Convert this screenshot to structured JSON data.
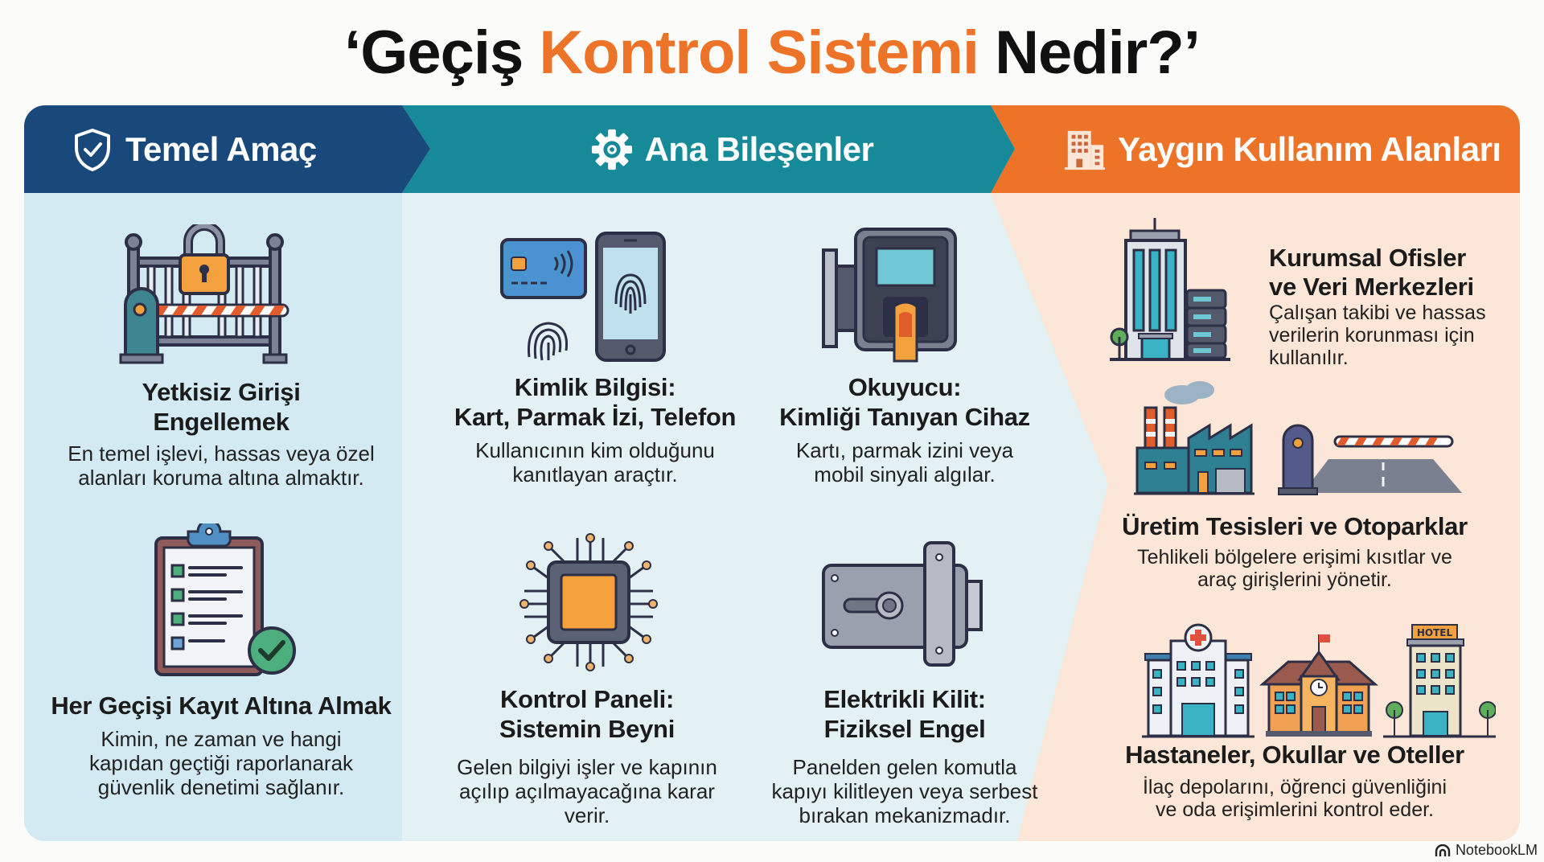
{
  "title": {
    "prefix": "‘Geçiş ",
    "accent": "Kontrol Sistemi",
    "suffix": " Nedir?’"
  },
  "colors": {
    "accent_orange": "#ec7328",
    "header_blue": "#18497a",
    "header_teal": "#168a98",
    "header_orange": "#ec7328",
    "col1_bg": "#d3eaf2",
    "col2_bg": "#e3f1f4",
    "col3_bg": "#fbe6d7"
  },
  "columns": [
    {
      "header": "Temel Amaç",
      "icon": "shield-check-icon",
      "items": [
        {
          "icon": "locked-gate-barrier-icon",
          "heading_line1": "Yetkisiz Girişi",
          "heading_line2": "Engellemek",
          "desc_line1": "En temel işlevi, hassas veya özel",
          "desc_line2": "alanları koruma altına almaktır."
        },
        {
          "icon": "clipboard-checklist-icon",
          "heading_line1": "Her Geçişi Kayıt Altına Almak",
          "desc_line1": "Kimin, ne zaman ve hangi",
          "desc_line2": "kapıdan geçtiği raporlanarak",
          "desc_line3": "güvenlik denetimi sağlanır."
        }
      ]
    },
    {
      "header": "Ana Bileşenler",
      "icon": "gear-icon",
      "items": [
        {
          "icon": "card-phone-fingerprint-icon",
          "heading_line1": "Kimlik Bilgisi:",
          "heading_line2": "Kart, Parmak İzi, Telefon",
          "desc_line1": "Kullanıcının kim olduğunu",
          "desc_line2": "kanıtlayan araçtır."
        },
        {
          "icon": "reader-device-icon",
          "heading_line1": "Okuyucu:",
          "heading_line2": "Kimliği Tanıyan Cihaz",
          "desc_line1": "Kartı, parmak izini veya",
          "desc_line2": "mobil sinyali algılar."
        },
        {
          "icon": "chip-control-panel-icon",
          "heading_line1": "Kontrol Paneli:",
          "heading_line2": "Sistemin Beyni",
          "desc_line1": "Gelen bilgiyi işler ve kapının",
          "desc_line2": "açılıp açılmayacağına karar",
          "desc_line3": "verir."
        },
        {
          "icon": "electric-lock-icon",
          "heading_line1": "Elektrikli Kilit:",
          "heading_line2": "Fiziksel Engel",
          "desc_line1": "Panelden gelen komutla",
          "desc_line2": "kapıyı kilitleyen veya serbest",
          "desc_line3": "bırakan mekanizmadır."
        }
      ]
    },
    {
      "header": "Yaygın Kullanım Alanları",
      "icon": "building-icon",
      "items": [
        {
          "icon": "office-datacenter-icon",
          "heading_line1": "Kurumsal Ofisler",
          "heading_line2": "ve Veri Merkezleri",
          "desc_line1": "Çalışan takibi ve hassas",
          "desc_line2": "verilerin korunması için",
          "desc_line3": "kullanılır."
        },
        {
          "icon": "factory-parking-barrier-icon",
          "heading_line1": "Üretim Tesisleri ve Otoparklar",
          "desc_line1": "Tehlikeli bölgelere erişimi kısıtlar ve",
          "desc_line2": "araç girişlerini yönetir."
        },
        {
          "icon": "hospital-school-hotel-icon",
          "hotel_sign": "HOTEL",
          "heading_line1": "Hastaneler, Okullar ve Oteller",
          "desc_line1": "İlaç depolarını, öğrenci güvenliğini",
          "desc_line2": "ve oda erişimlerini kontrol eder."
        }
      ]
    }
  ],
  "watermark": "NotebookLM"
}
